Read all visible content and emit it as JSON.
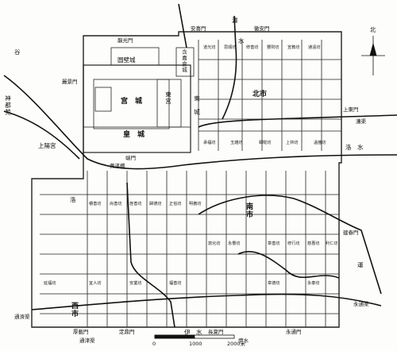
{
  "regions": {
    "palace_city": "宫　城",
    "imperial_city": "皇　城",
    "round_wall_city": "圆壁城",
    "east_palace": "東宫",
    "east_city": "東　城",
    "hanjia_granary": "含嘉倉城",
    "north_market": "北市",
    "south_market": "南市",
    "west_market": "西市",
    "shangyang_palace": "上陽宫",
    "shendu_park": "神都苑"
  },
  "gates": {
    "longguang": "龍光門",
    "anxi": "安喜門",
    "huiyi": "徽安門",
    "shangdong": "上東門",
    "jianchun": "建春門",
    "yongtong": "永通門",
    "changxia": "長夏門",
    "dingding": "定鼎門",
    "houzai": "厚載門",
    "tongjin": "通津渠",
    "lijing": "麗景門",
    "duanmen": "端門",
    "huangdaoqiao": "黄道橋"
  },
  "rivers": {
    "luo_w": "洛",
    "luo_e": "洛　水",
    "chan": "瀍",
    "gu": "谷",
    "yi": "伊　水",
    "yi_s": "伊水",
    "cao": "漕渠",
    "tongji": "通濟渠",
    "yuntong": "運",
    "yongtongqu": "永通渠",
    "shui": "水"
  },
  "wards": {
    "r1": [
      "道光坊",
      "思順坊",
      "修善坊",
      "豐財坊",
      "宣教坊",
      "通遠坊"
    ],
    "r2": [
      "承福坊",
      "玉雞坊",
      "銅駝坊",
      "上林坊",
      "溫雒坊"
    ],
    "r3": [
      "積善坊",
      "尚善坊",
      "旌善坊",
      "歸德坊",
      "正俗坊",
      "明義坊"
    ],
    "r4": [
      "敦化坊",
      "永豐坊",
      "章善坊",
      "修行坊",
      "慈惠坊",
      "利仁坊"
    ],
    "r5": [
      "延福坊",
      "宜人坊",
      "安業坊",
      "福善坊",
      "章德坊",
      "永泰坊"
    ]
  },
  "scale": {
    "zero": "0",
    "mid": "1000",
    "end": "2000米"
  },
  "compass": "北"
}
